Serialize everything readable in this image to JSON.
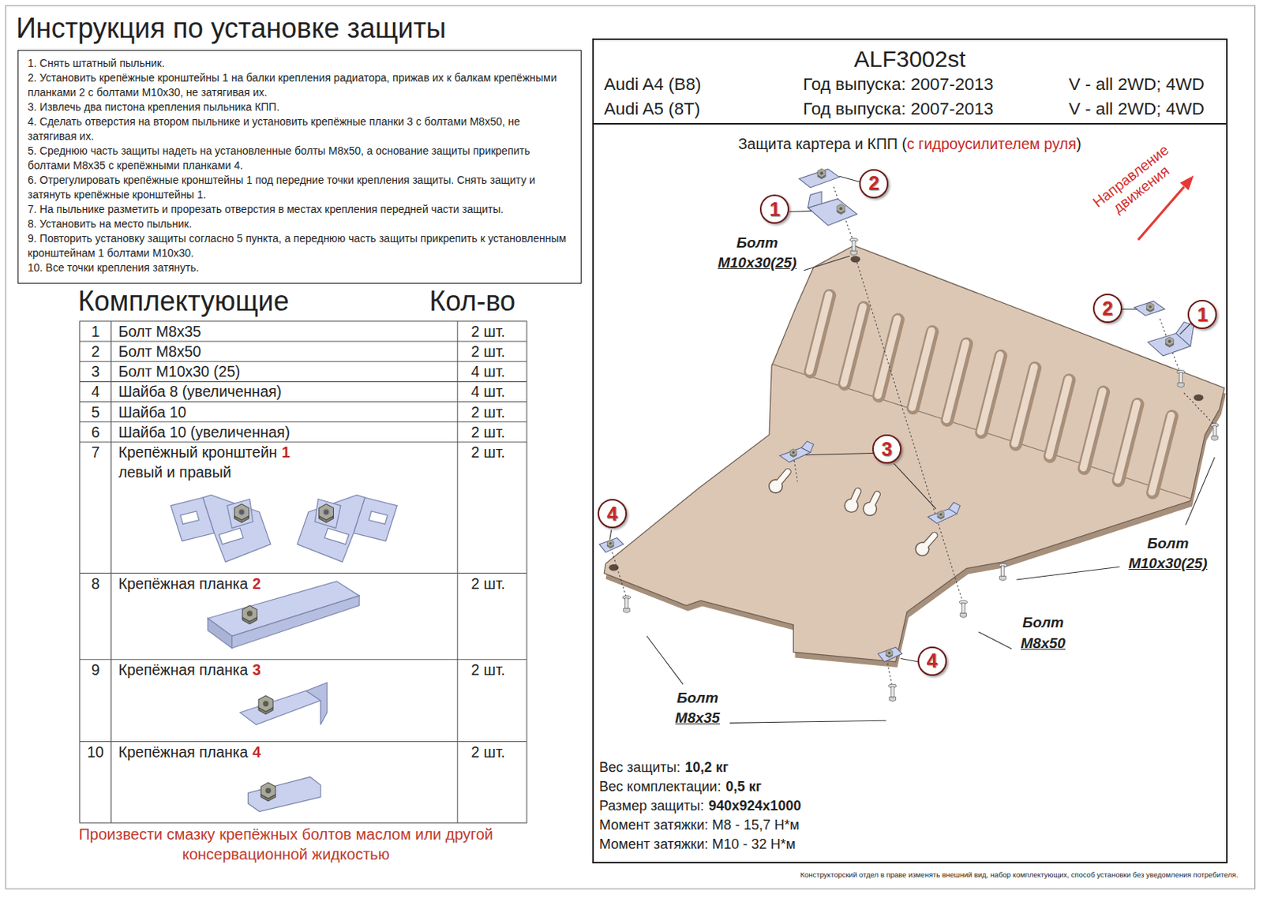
{
  "diagram": {
    "title": "Инструкция по установке защиты",
    "nodes": [
      {
        "text": [
          "1. Снять штатный пыльник.",
          "2. Установить крепёжные кронштейны 1 на балки крепления радиатора, прижав их к балкам крепёжными планками 2 с болтами М10х30, не затягивая их.",
          "3. Извлечь два пистона крепления пыльника КПП.",
          "4. Сделать отверстия на втором пыльнике и установить крепёжные планки 3 с болтами М8х50, не затягивая их.",
          "5. Среднюю часть защиты надеть на установленные болты М8х50, а основание защиты прикрепить болтами М8х35 с крепёжными планками 4.",
          "6. Отрегулировать крепёжные кронштейны 1 под передние точки крепления защиты. Снять защиту и затянуть крепёжные кронштейны 1.",
          "7. На пыльнике разметить и прорезать отверстия в местах крепления передней части защиты.",
          "8. Установить на место пыльник.",
          "9. Повторить установку защиты согласно 5 пункта, а переднюю часть защиты прикрепить к установленным кронштейнам 1 болтами М10х30.",
          "10. Все точки крепления затянуть."
        ]
      },
      {
        "text": [
          "ALF3002st",
          "Audi A4 (B8)",
          "Год выпуска: 2007-2013",
          "V - all 2WD; 4WD",
          "Audi A5 (8T)",
          "Год выпуска: 2007-2013",
          "V - all 2WD; 4WD"
        ]
      },
      {
        "text": [
          "Защита картера и КПП (",
          "с гидроусилителем руля",
          ")"
        ]
      },
      {
        "text": [
          "2"
        ],
        "in": 2
      },
      {
        "text": [
          "1"
        ],
        "in": 2
      },
      {
        "text": [
          "2"
        ],
        "in": 2
      },
      {
        "text": [
          "1"
        ],
        "in": 2
      },
      {
        "text": [
          "3"
        ],
        "in": 2
      },
      {
        "text": [
          "4"
        ],
        "in": 2
      },
      {
        "text": [
          "4"
        ],
        "in": 2
      }
    ],
    "labels": [
      "Комплектующие",
      "Кол-во",
      "1",
      "Болт М8х35",
      "2 шт.",
      "2",
      "Болт М8х50",
      "2 шт.",
      "3",
      "Болт М10х30 (25)",
      "4 шт.",
      "4",
      "Шайба 8 (увеличенная)",
      "4 шт.",
      "5",
      "Шайба 10",
      "2 шт.",
      "6",
      "Шайба 10 (увеличенная)",
      "2 шт.",
      "7",
      "Крепёжный кронштейн",
      "1",
      "левый и правый",
      "2 шт.",
      "8",
      "Крепёжная планка",
      "2",
      "2 шт.",
      "9",
      "Крепёжная планка",
      "3",
      "2 шт.",
      "10",
      "Крепёжная планка",
      "4",
      "2 шт.",
      "Произвести смазку крепёжных болтов маслом или другой консервационной жидкостью",
      "Направление движения",
      "Болт",
      "М10х30(25)",
      "Болт",
      "М10х30(25)",
      "Болт",
      "M8x50",
      "Болт",
      "M8x35",
      "Вес защиты:",
      "10,2 кг",
      "Вес комплектации:",
      "0,5 кг",
      "Размер защиты:",
      "940х924х1000",
      "Момент затяжки: М8 - 15,7 Н*м",
      "Момент затяжки: М10 - 32 Н*м",
      "Конструкторский отдел в праве изменять внешний вид, набор комплектующих, способ установки без уведомления потребителя."
    ]
  }
}
